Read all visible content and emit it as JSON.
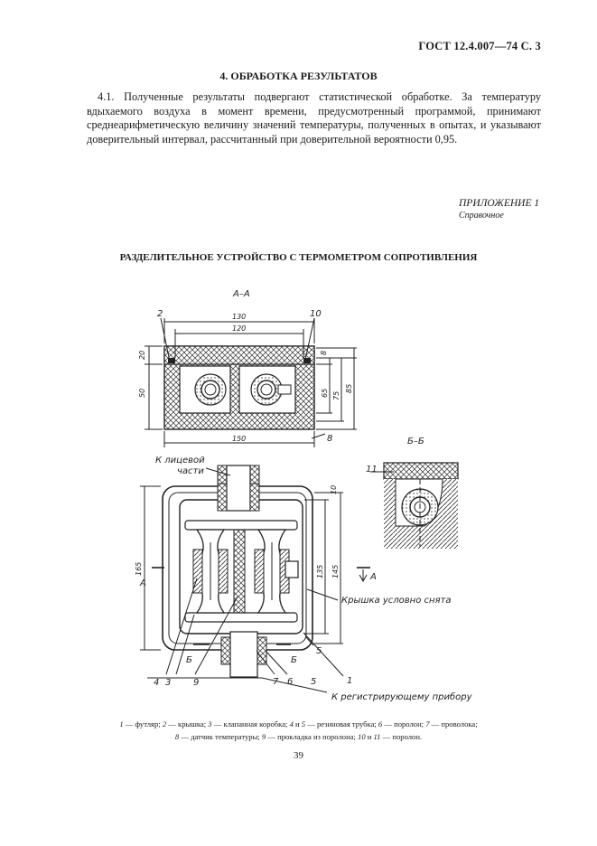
{
  "header": {
    "doc_ref": "ГОСТ 12.4.007—74 С. 3"
  },
  "section": {
    "title": "4. ОБРАБОТКА РЕЗУЛЬТАТОВ",
    "paragraph": "4.1. Полученные результаты подвергают статистической обработке. За температуру вдыхаемого воздуха в момент времени, предусмотренный программой, принимают среднеарифметическую величину значений температуры, полученных в опытах, и указывают доверительный интервал, рассчитанный при доверительной вероятности 0,95."
  },
  "appendix": {
    "title": "ПРИЛОЖЕНИЕ 1",
    "subtitle": "Справочное"
  },
  "figure": {
    "title": "РАЗДЕЛИТЕЛЬНОЕ УСТРОЙСТВО С ТЕРМОМЕТРОМ СОПРОТИВЛЕНИЯ",
    "section_aa": "А–А",
    "section_bb": "Б–Б",
    "dims": {
      "d130": "130",
      "d120": "120",
      "d150": "150",
      "d20": "20",
      "d50": "50",
      "d8": "8",
      "d65": "65",
      "d75": "75",
      "d85": "85",
      "d165": "165",
      "d135": "135",
      "d145": "145",
      "d10": "10"
    },
    "callouts": {
      "n1": "1",
      "n2": "2",
      "n3": "3",
      "n4": "4",
      "n5": "5",
      "n6": "6",
      "n7": "7",
      "n8": "8",
      "n9": "9",
      "n10": "10",
      "n11": "11",
      "a": "А",
      "b": "Б"
    },
    "notes": {
      "to_front": "К лицевой",
      "to_front2": "части",
      "lid": "Крышка условно снята",
      "to_recorder": "К регистрирующему прибору"
    }
  },
  "legend": [
    {
      "num": "1",
      "text": " — футляр; "
    },
    {
      "num": "2",
      "text": " — крышка; "
    },
    {
      "num": "3",
      "text": " — клапанная коробка; "
    },
    {
      "num": "4",
      "text": " и "
    },
    {
      "num": "5",
      "text": " — резиновая трубка; "
    },
    {
      "num": "6",
      "text": " — поролон; "
    },
    {
      "num": "7",
      "text": " — проволока;"
    },
    {
      "num": "8",
      "text": " — датчик температуры; "
    },
    {
      "num": "9",
      "text": " — прокладка из поролона; "
    },
    {
      "num": "10",
      "text": " и "
    },
    {
      "num": "11",
      "text": " — поролон."
    }
  ],
  "page_number": "39"
}
